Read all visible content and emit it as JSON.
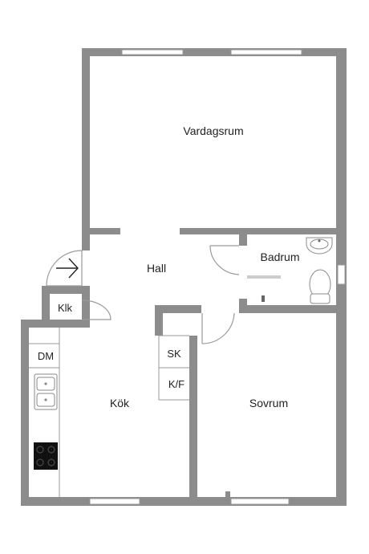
{
  "rooms": {
    "vardagsrum": "Vardagsrum",
    "hall": "Hall",
    "badrum": "Badrum",
    "klk": "Klk",
    "dm": "DM",
    "sk": "SK",
    "kf": "K/F",
    "kok": "Kök",
    "sovrum": "Sovrum"
  },
  "colors": {
    "wall": "#8c8c8c",
    "background": "#ffffff",
    "text": "#222222"
  },
  "icons": {
    "entrance": "entrance-arrow-icon",
    "sink": "sink-icon",
    "toilet": "toilet-icon",
    "stove": "stove-icon",
    "kitchen_sink": "kitchen-sink-icon"
  }
}
